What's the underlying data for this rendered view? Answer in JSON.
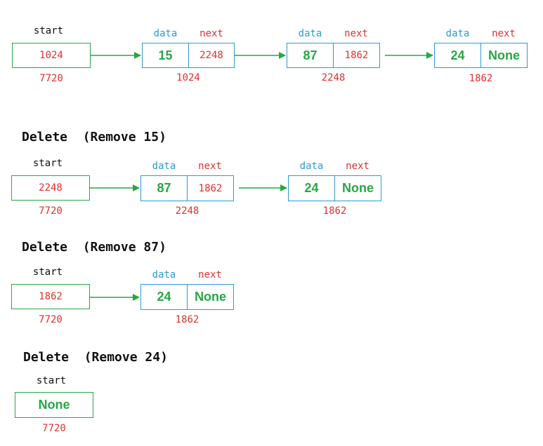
{
  "colors": {
    "red": "#e0302e",
    "green": "#27a744",
    "blue": "#2e9ad0",
    "black": "#111111"
  },
  "labels": {
    "start": "start",
    "data": "data",
    "next": "next"
  },
  "stage0": {
    "start": {
      "value": "1024",
      "address": "7720"
    },
    "nodes": [
      {
        "data": "15",
        "next": "2248",
        "address": "1024"
      },
      {
        "data": "87",
        "next": "1862",
        "address": "2248"
      },
      {
        "data": "24",
        "next": "None",
        "address": "1862"
      }
    ]
  },
  "stage1": {
    "heading": "Delete  (Remove 15)",
    "start": {
      "value": "2248",
      "address": "7720"
    },
    "nodes": [
      {
        "data": "87",
        "next": "1862",
        "address": "2248"
      },
      {
        "data": "24",
        "next": "None",
        "address": "1862"
      }
    ]
  },
  "stage2": {
    "heading": "Delete  (Remove 87)",
    "start": {
      "value": "1862",
      "address": "7720"
    },
    "nodes": [
      {
        "data": "24",
        "next": "None",
        "address": "1862"
      }
    ]
  },
  "stage3": {
    "heading": "Delete  (Remove 24)",
    "start": {
      "value": "None",
      "address": "7720"
    },
    "nodes": []
  }
}
